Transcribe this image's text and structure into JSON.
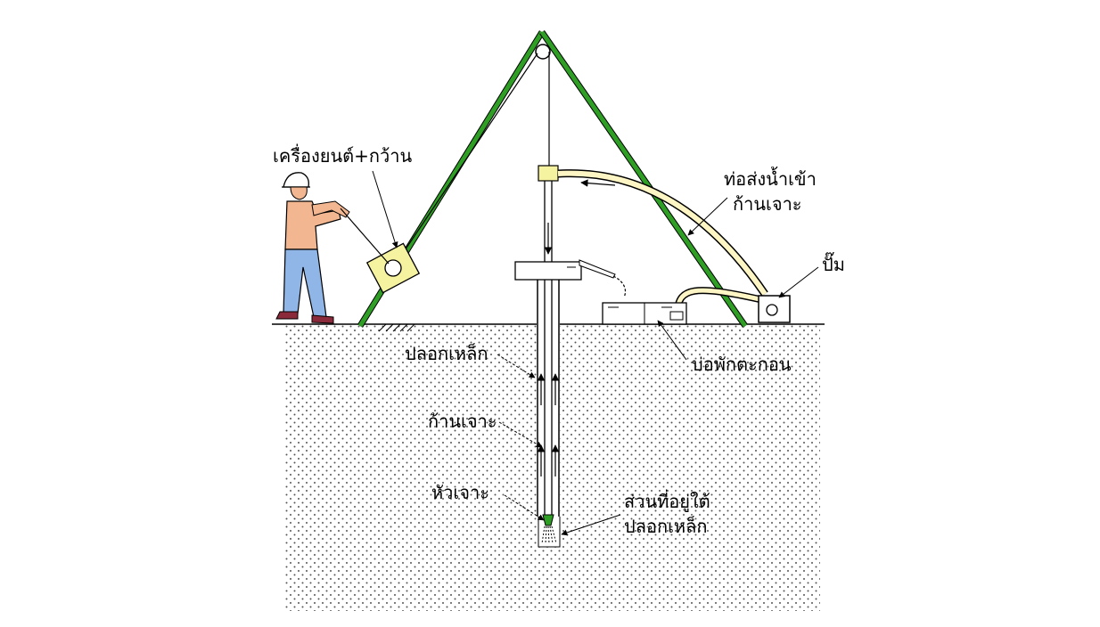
{
  "labels": {
    "engine_winch": "เครื่องยนต์+กว้าน",
    "water_pipe_line1": "ท่อส่งน้ำเข้า",
    "water_pipe_line2": "ก้านเจาะ",
    "pump": "ปั๊ม",
    "settling_pond": "บ่อพักตะกอน",
    "steel_casing": "ปลอกเหล็ก",
    "drill_rod": "ก้านเจาะ",
    "drill_bit": "หัวเจาะ",
    "below_casing_line1": "ส่วนที่อยู่ใต้",
    "below_casing_line2": "ปลอกเหล็ก"
  },
  "colors": {
    "tripod": "#2e9e24",
    "ground_dots": "#555555",
    "hose": "#fdf6c4",
    "winch_box": "#f5f2a0",
    "worker_shirt": "#f2b690",
    "worker_pants": "#8fb6e6",
    "worker_helmet": "#ffffff",
    "bit": "#2e9e24"
  }
}
